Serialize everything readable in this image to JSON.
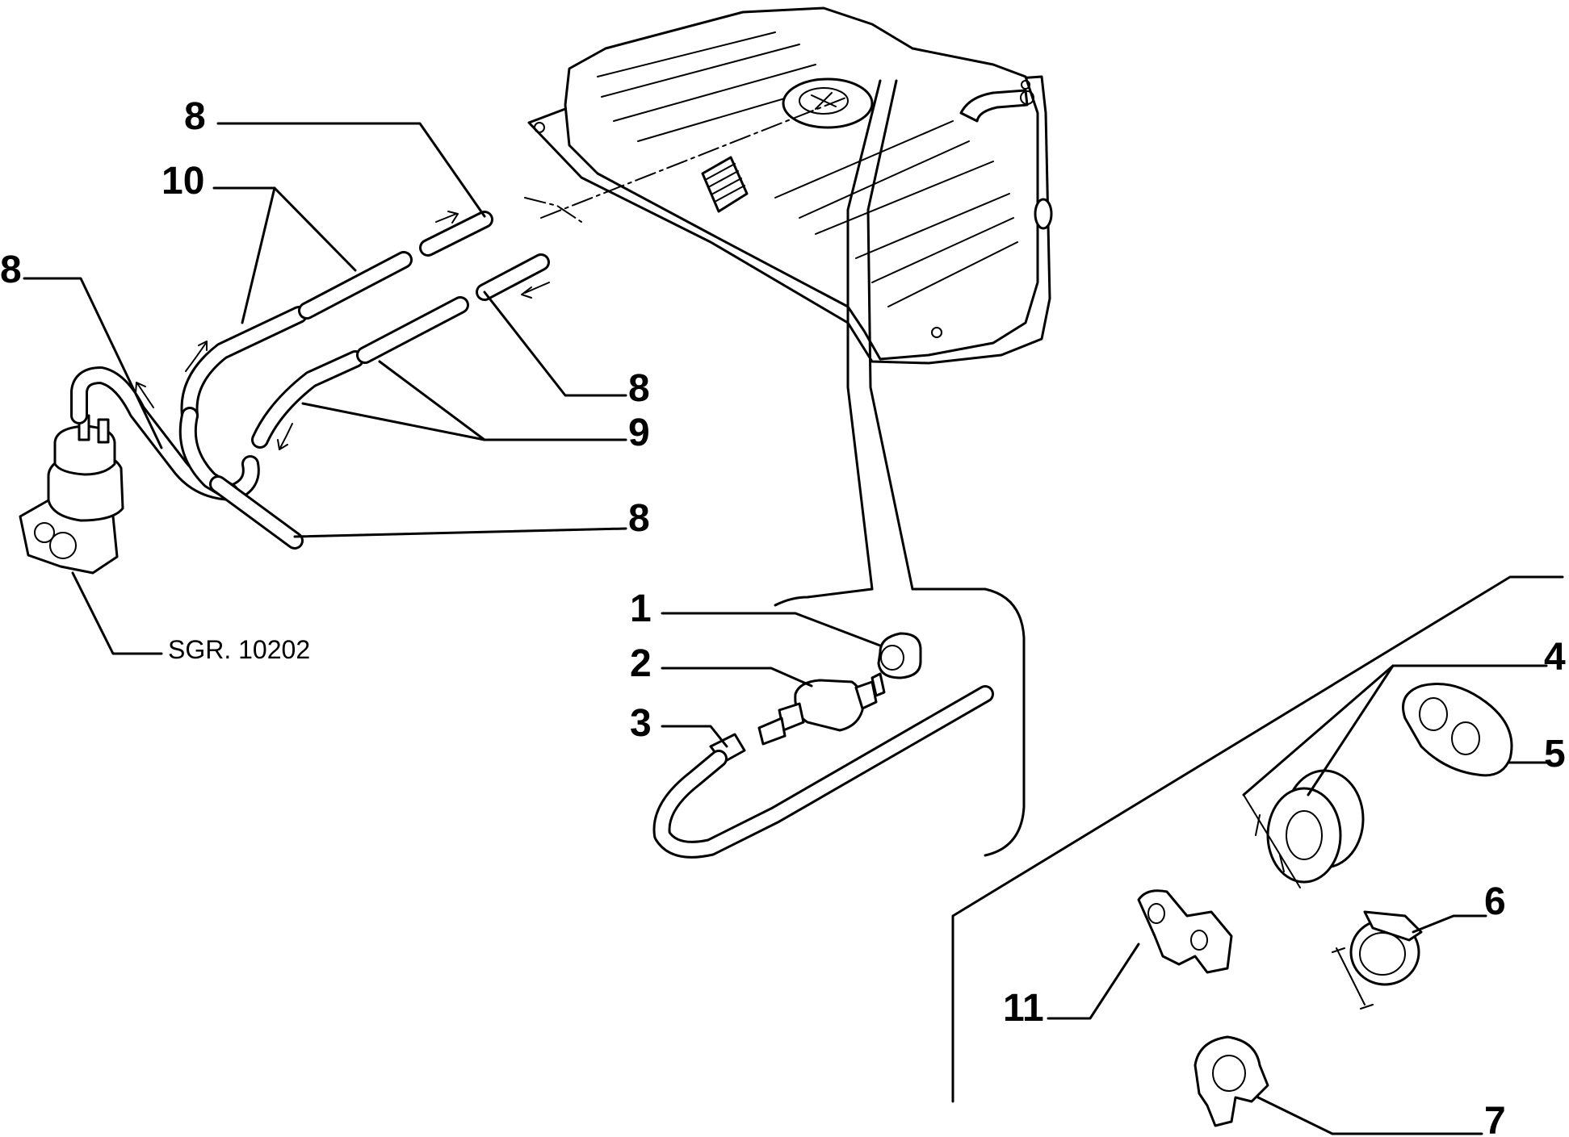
{
  "callouts": {
    "c8a": "8",
    "c10": "10",
    "c8b": "8",
    "c8c": "8",
    "c9": "9",
    "c8d": "8",
    "c1": "1",
    "c2": "2",
    "c3": "3",
    "c4": "4",
    "c5": "5",
    "c6": "6",
    "c11": "11",
    "c7": "7"
  },
  "reference": "SGR. 10202",
  "icons": {
    "fuel_tank": "fuel-tank-icon",
    "fuel_pump": "fuel-pump-icon",
    "check_valve": "valve-icon",
    "grommet": "grommet-icon",
    "hose_clamp": "clamp-icon",
    "clip": "clip-icon"
  }
}
